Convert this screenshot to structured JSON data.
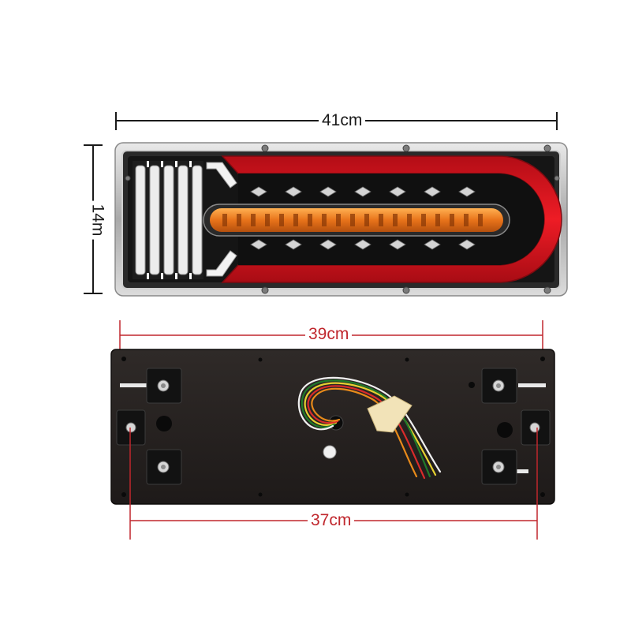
{
  "dimensions": {
    "width_top": "41cm",
    "height": "14m",
    "width_mounting": "39cm",
    "width_bolts": "37cm"
  },
  "colors": {
    "dimension_line_dark": "#1a1a1a",
    "dimension_line_red": "#c0272d",
    "lamp_red": "#d3121c",
    "lamp_amber": "#e8731a",
    "lamp_housing": "#1c1c1c",
    "back_plate": "#262120"
  }
}
